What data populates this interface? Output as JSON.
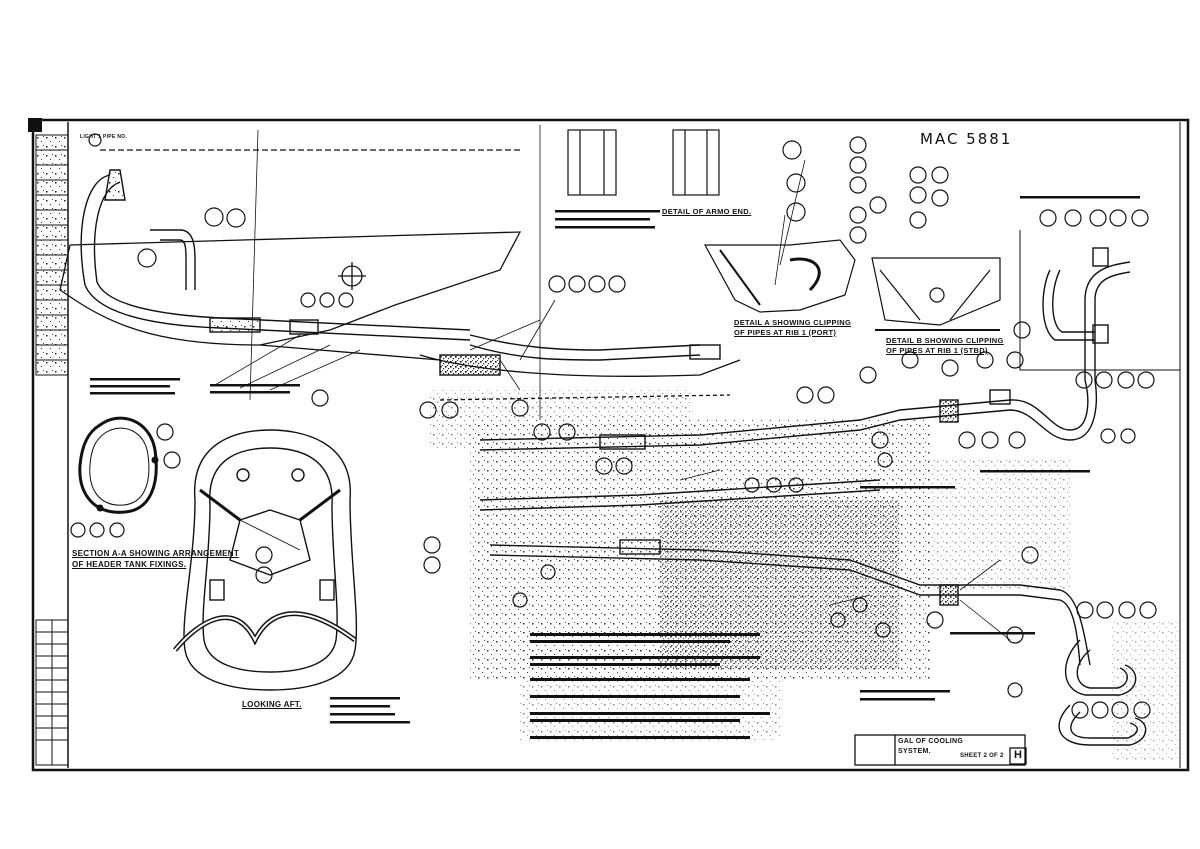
{
  "drawing": {
    "ref_number": "MAC 5881",
    "header_label": "LIGHT 1 PIPE NO.",
    "sheet_labels": {
      "section_aa_line1": "SECTION A-A SHOWING ARRANGEMENT",
      "section_aa_line2": "OF HEADER TANK FIXINGS.",
      "looking_aft": "LOOKING AFT.",
      "detail_armo": "DETAIL OF ARMO END.",
      "detail_a_line1": "DETAIL A SHOWING CLIPPING",
      "detail_a_line2": "OF PIPES AT RIB 1 (PORT)",
      "detail_b_line1": "DETAIL B SHOWING CLIPPING",
      "detail_b_line2": "OF PIPES AT RIB 1 (STBD)"
    },
    "title_block": {
      "title_line1": "GAL OF COOLING",
      "title_line2": "SYSTEM.",
      "sheet_text": "SHEET 2 OF 2",
      "revision": "H"
    }
  }
}
